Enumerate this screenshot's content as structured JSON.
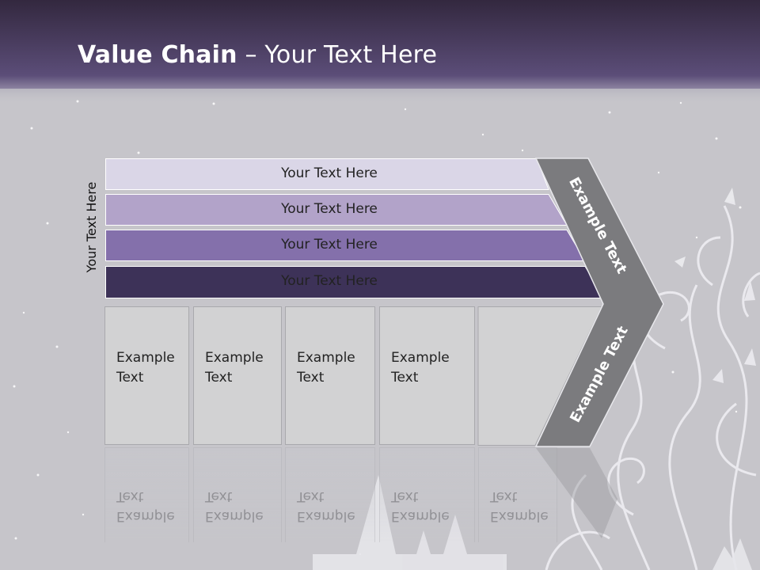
{
  "title": {
    "bold": "Value Chain",
    "rest": " – Your Text Here"
  },
  "side_label": "Your Text Here",
  "bands": [
    {
      "label": "Your Text Here",
      "color": "#dad6e7",
      "text_color": "#222222"
    },
    {
      "label": "Your Text Here",
      "color": "#b2a3c9",
      "text_color": "#222222"
    },
    {
      "label": "Your Text Here",
      "color": "#8470ab",
      "text_color": "#222222"
    },
    {
      "label": "Your Text Here",
      "color": "#3d3258",
      "text_color": "#222222"
    }
  ],
  "boxes": [
    {
      "label": "Example\nText"
    },
    {
      "label": "Example\nText"
    },
    {
      "label": "Example\nText"
    },
    {
      "label": "Example\nText"
    },
    {
      "label": "Example\nText"
    }
  ],
  "chevron": {
    "upper_label": "Example Text",
    "lower_label": "Example Text",
    "color": "#7b7b7e"
  },
  "colors": {
    "header_top": "#362a4a",
    "header_bottom": "#5d4f7a",
    "background": "#c6c5ca"
  }
}
